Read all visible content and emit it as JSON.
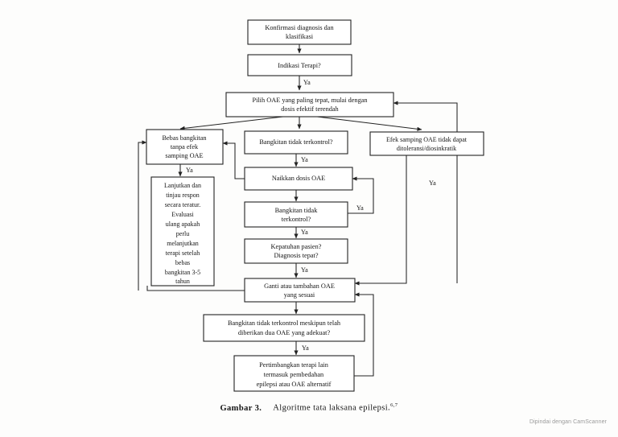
{
  "figure": {
    "caption_number": "Gambar 3.",
    "caption_text": "Algoritme tata laksana epilepsi.",
    "caption_superscript": "6,7",
    "watermark": "Dipindai dengan CamScanner"
  },
  "chart_data": {
    "type": "diagram",
    "title": "Algoritme tata laksana epilepsi",
    "nodes": [
      {
        "id": "n1",
        "label": "Konfirmasi diagnosis dan klasifikasi",
        "lines": [
          "Konfirmasi diagnosis dan",
          "klasifikasi"
        ]
      },
      {
        "id": "n2",
        "label": "Indikasi Terapi?",
        "lines": [
          "Indikasi Terapi?"
        ]
      },
      {
        "id": "n3",
        "label": "Pilih OAE yang paling tepat, mulai dengan dosis efektif terendah",
        "lines": [
          "Pilih OAE yang paling tepat, mulai dengan",
          "dosis efektif terendah"
        ]
      },
      {
        "id": "n4",
        "label": "Bebas bangkitan tanpa efek samping OAE",
        "lines": [
          "Bebas bangkitan",
          "tanpa efek",
          "samping OAE"
        ]
      },
      {
        "id": "n5",
        "label": "Bangkitan tidak terkontrol?",
        "lines": [
          "Bangkitan tidak terkontrol?"
        ]
      },
      {
        "id": "n6",
        "label": "Efek samping OAE tidak dapat ditoleransi/diosinkratik",
        "lines": [
          "Efek samping OAE tidak dapat",
          "ditoleransi/diosinkratik"
        ]
      },
      {
        "id": "n7",
        "label": "Lanjutkan dan tinjau respon secara teratur. Evaluasi ulang apakah perlu melanjutkan terapi setelah bebas bangkitan 3-5 tahun",
        "lines": [
          "Lanjutkan dan",
          "tinjau respon",
          "secara teratur.",
          "Evaluasi",
          "ulang apakah",
          "perlu",
          "melanjutkan",
          "terapi setelah",
          "bebas",
          "bangkitan 3-5",
          "tahun"
        ]
      },
      {
        "id": "n8",
        "label": "Naikkan dosis OAE",
        "lines": [
          "Naikkan dosis OAE"
        ]
      },
      {
        "id": "n9",
        "label": "Bangkitan tidak terkontrol?",
        "lines": [
          "Bangkitan tidak",
          "terkontrol?"
        ]
      },
      {
        "id": "n10",
        "label": "Kepatuhan pasien? Diagnosis tepat?",
        "lines": [
          "Kepatuhan pasien?",
          "Diagnosis tepat?"
        ]
      },
      {
        "id": "n11",
        "label": "Ganti atau tambahan OAE yang sesuai",
        "lines": [
          "Ganti atau tambahan OAE",
          "yang sesuai"
        ]
      },
      {
        "id": "n12",
        "label": "Bangkitan tidak terkontrol meskipun telah diberikan dua OAE yang adekuat?",
        "lines": [
          "Bangkitan tidak terkontrol meskipun telah",
          "diberikan dua OAE yang adekuat?"
        ]
      },
      {
        "id": "n13",
        "label": "Pertimbangkan terapi lain termasuk pembedahan epilepsi atau OAE alternatif",
        "lines": [
          "Pertimbangkan terapi lain",
          "termasuk pembedahan",
          "epilepsi atau OAE alternatif"
        ]
      }
    ],
    "edges": [
      {
        "from": "n1",
        "to": "n2",
        "label": ""
      },
      {
        "from": "n2",
        "to": "n3",
        "label": "Ya"
      },
      {
        "from": "n3",
        "to": "n4",
        "label": ""
      },
      {
        "from": "n3",
        "to": "n5",
        "label": ""
      },
      {
        "from": "n3",
        "to": "n6",
        "label": ""
      },
      {
        "from": "n4",
        "to": "n7",
        "label": "Ya"
      },
      {
        "from": "n5",
        "to": "n8",
        "label": "Ya"
      },
      {
        "from": "n8",
        "to": "n9",
        "label": ""
      },
      {
        "from": "n9",
        "to": "n8",
        "label": "Ya"
      },
      {
        "from": "n9",
        "to": "n10",
        "label": "Ya"
      },
      {
        "from": "n10",
        "to": "n11",
        "label": "Ya"
      },
      {
        "from": "n6",
        "to": "n11",
        "label": "Ya"
      },
      {
        "from": "n8",
        "to": "n4",
        "label": ""
      },
      {
        "from": "n7",
        "to": "n11",
        "label": ""
      },
      {
        "from": "n11",
        "to": "n12",
        "label": ""
      },
      {
        "from": "n12",
        "to": "n13",
        "label": "Ya"
      },
      {
        "from": "n13",
        "to": "n11",
        "label": ""
      },
      {
        "from": "n12",
        "to": "n3",
        "label": ""
      }
    ],
    "edge_labels": [
      "Ya",
      "Ya",
      "Ya",
      "Ya",
      "Ya",
      "Ya",
      "Ya",
      "Ya"
    ]
  },
  "colors": {
    "page_background": "#fdfdfc",
    "box_stroke": "#232323",
    "box_fill": "#ffffff",
    "text": "#141414",
    "watermark": "#9a9a9a"
  }
}
